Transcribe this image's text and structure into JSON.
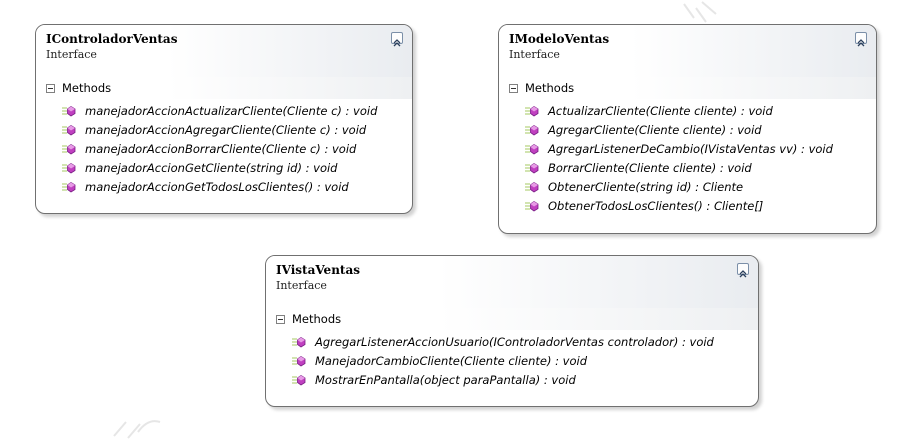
{
  "colors": {
    "border": "#707070",
    "header_fade": "#e9ecf0",
    "method_icon": "#c040c0",
    "method_icon_lines": "#a6c860"
  },
  "section_label": "Methods",
  "interfaces": [
    {
      "name": "IControladorVentas",
      "stereotype": "Interface",
      "methods": [
        "manejadorAccionActualizarCliente(Cliente c) : void",
        "manejadorAccionAgregarCliente(Cliente c) : void",
        "manejadorAccionBorrarCliente(Cliente c) : void",
        "manejadorAccionGetCliente(string id) : void",
        "manejadorAccionGetTodosLosClientes() : void"
      ]
    },
    {
      "name": "IModeloVentas",
      "stereotype": "Interface",
      "methods": [
        "ActualizarCliente(Cliente cliente) : void",
        "AgregarCliente(Cliente cliente) : void",
        "AgregarListenerDeCambio(IVistaVentas vv) : void",
        "BorrarCliente(Cliente cliente) : void",
        "ObtenerCliente(string id) : Cliente",
        "ObtenerTodosLosClientes() : Cliente[]"
      ]
    },
    {
      "name": "IVistaVentas",
      "stereotype": "Interface",
      "methods": [
        "AgregarListenerAccionUsuario(IControladorVentas controlador) : void",
        "ManejadorCambioCliente(Cliente cliente) : void",
        "MostrarEnPantalla(object paraPantalla) : void"
      ]
    }
  ]
}
